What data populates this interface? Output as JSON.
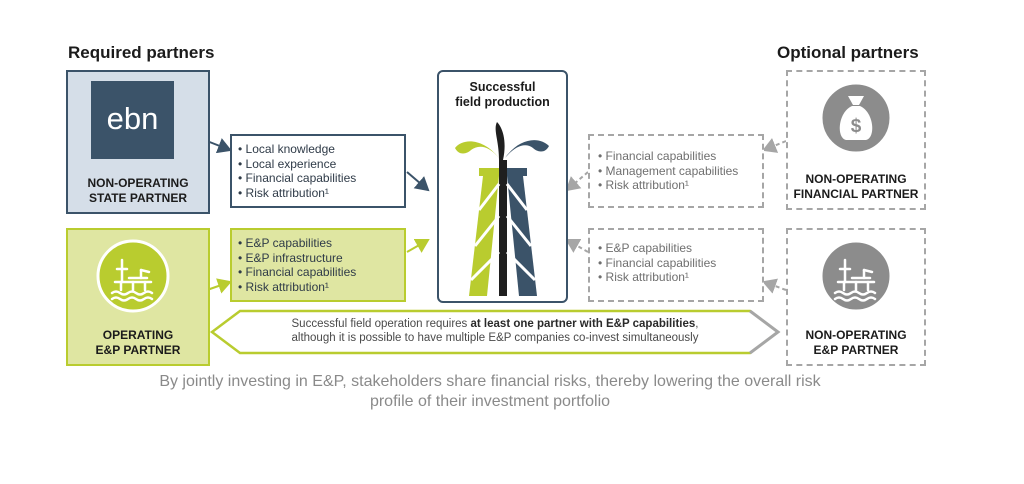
{
  "headings": {
    "required": "Required partners",
    "optional": "Optional partners"
  },
  "center": {
    "title_line1": "Successful",
    "title_line2": "field production"
  },
  "required_partners": {
    "state": {
      "logo_text": "ebn",
      "label_line1": "NON-OPERATING",
      "label_line2": "STATE PARTNER",
      "capabilities": [
        "Local knowledge",
        "Local experience",
        "Financial capabilities",
        "Risk attribution¹"
      ]
    },
    "operating": {
      "label_line1": "OPERATING",
      "label_line2": "E&P PARTNER",
      "capabilities": [
        "E&P capabilities",
        "E&P infrastructure",
        "Financial capabilities",
        "Risk attribution¹"
      ]
    }
  },
  "optional_partners": {
    "financial": {
      "label_line1": "NON-OPERATING",
      "label_line2": "FINANCIAL PARTNER",
      "capabilities": [
        "Financial capabilities",
        "Management capabilities",
        "Risk attribution¹"
      ]
    },
    "nonop_ep": {
      "label_line1": "NON-OPERATING",
      "label_line2": "E&P PARTNER",
      "capabilities": [
        "E&P capabilities",
        "Financial capabilities",
        "Risk attribution¹"
      ]
    }
  },
  "banner": {
    "line1_pre": "Successful field operation requires ",
    "line1_bold": "at least one partner with E&P capabilities",
    "line1_post": ",",
    "line2": "although it is possible to have multiple E&P companies co-invest simultaneously"
  },
  "footer": {
    "line1": "By jointly investing in E&P, stakeholders share financial risks, thereby lowering the overall risk",
    "line2": "profile of their investment portfolio"
  },
  "colors": {
    "navy": "#3b5369",
    "lime": "#b9cc2f",
    "lime_fill": "#dfe6a2",
    "state_fill": "#d5dee8",
    "grey": "#a6a6a6",
    "icon_grey": "#8c8c8c"
  },
  "icons": {
    "state_logo": "ebn-logo",
    "operating": "offshore-platform-icon",
    "financial": "money-bag-icon",
    "nonop_ep": "offshore-platform-icon",
    "center": "oil-derrick-icon"
  }
}
